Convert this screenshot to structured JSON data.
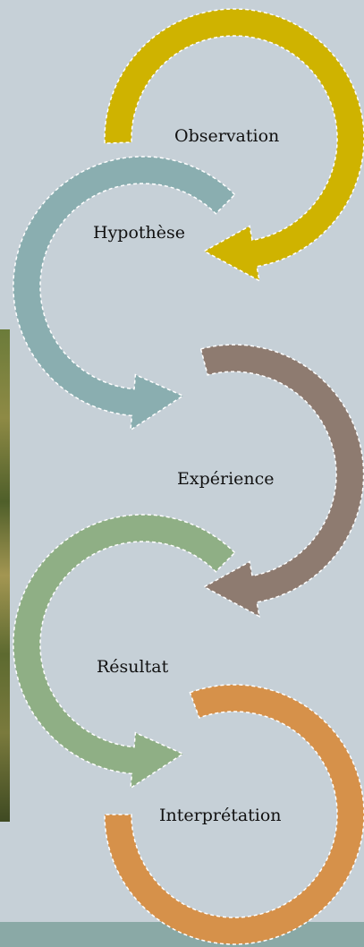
{
  "colors": {
    "background": "#c6d0d7",
    "observation": "#cfb300",
    "hypothese": "#8aaeb0",
    "experience": "#8e7b70",
    "resultat": "#8faf85",
    "interpretation": "#d6914a",
    "dash_outline": "#ffffff"
  },
  "cycle": {
    "steps": [
      {
        "label": "Observation"
      },
      {
        "label": "Hypothèse"
      },
      {
        "label": "Expérience"
      },
      {
        "label": "Résultat"
      },
      {
        "label": "Interprétation"
      }
    ]
  }
}
